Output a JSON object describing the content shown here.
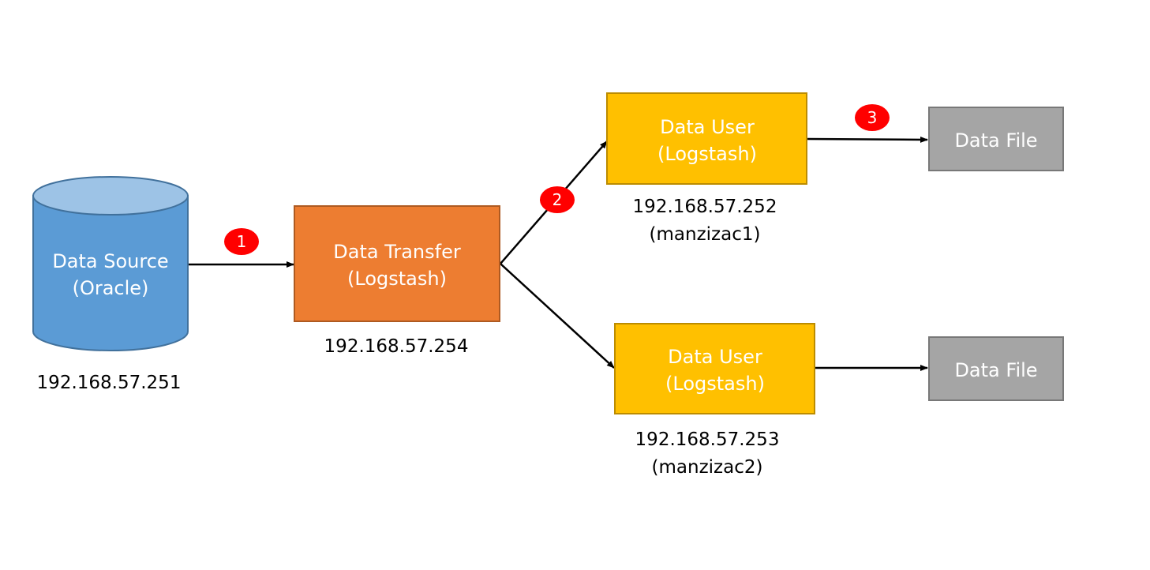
{
  "colors": {
    "source_fill": "#5b9bd5",
    "source_top": "#9dc3e6",
    "source_stroke": "#41719c",
    "transfer_fill": "#ed7d31",
    "transfer_stroke": "#ae5a21",
    "user_fill": "#ffc000",
    "user_stroke": "#bc8c00",
    "file_fill": "#a5a5a5",
    "file_stroke": "#787878",
    "badge_fill": "#ff0000",
    "arrow": "#000000"
  },
  "nodes": {
    "source": {
      "line1": "Data Source",
      "line2": "(Oracle)",
      "ip": "192.168.57.251",
      "icon": "database-cylinder-icon"
    },
    "transfer": {
      "line1": "Data Transfer",
      "line2": "(Logstash)",
      "ip": "192.168.57.254"
    },
    "user1": {
      "line1": "Data User",
      "line2": "(Logstash)",
      "ip": "192.168.57.252",
      "host": "(manzizac1)"
    },
    "user2": {
      "line1": "Data User",
      "line2": "(Logstash)",
      "ip": "192.168.57.253",
      "host": "(manzizac2)"
    },
    "file1": {
      "label": "Data File"
    },
    "file2": {
      "label": "Data File"
    }
  },
  "badges": {
    "step1": "1",
    "step2": "2",
    "step3": "3"
  }
}
